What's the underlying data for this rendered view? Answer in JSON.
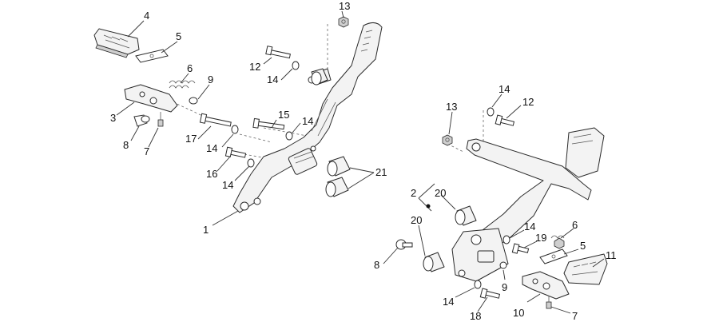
{
  "callouts": [
    {
      "id": "c13a",
      "text": "13"
    },
    {
      "id": "c4a",
      "text": "4"
    },
    {
      "id": "c5a",
      "text": "5"
    },
    {
      "id": "c12a",
      "text": "12"
    },
    {
      "id": "c14a",
      "text": "14"
    },
    {
      "id": "c6a",
      "text": "6"
    },
    {
      "id": "c9a",
      "text": "9"
    },
    {
      "id": "c3a",
      "text": "3"
    },
    {
      "id": "c15a",
      "text": "15"
    },
    {
      "id": "c14b",
      "text": "14"
    },
    {
      "id": "c8a",
      "text": "8"
    },
    {
      "id": "c7a",
      "text": "7"
    },
    {
      "id": "c17a",
      "text": "17"
    },
    {
      "id": "c14c",
      "text": "14"
    },
    {
      "id": "c16a",
      "text": "16"
    },
    {
      "id": "c14d",
      "text": "14"
    },
    {
      "id": "c21a",
      "text": "21"
    },
    {
      "id": "c1a",
      "text": "1"
    },
    {
      "id": "c14e",
      "text": "14"
    },
    {
      "id": "c12b",
      "text": "12"
    },
    {
      "id": "c13b",
      "text": "13"
    },
    {
      "id": "c2a",
      "text": "2"
    },
    {
      "id": "c20a",
      "text": "20"
    },
    {
      "id": "c20b",
      "text": "20"
    },
    {
      "id": "c14f",
      "text": "14"
    },
    {
      "id": "c19a",
      "text": "19"
    },
    {
      "id": "c6b",
      "text": "6"
    },
    {
      "id": "c5b",
      "text": "5"
    },
    {
      "id": "c11a",
      "text": "11"
    },
    {
      "id": "c8b",
      "text": "8"
    },
    {
      "id": "c9b",
      "text": "9"
    },
    {
      "id": "c14g",
      "text": "14"
    },
    {
      "id": "c10a",
      "text": "10"
    },
    {
      "id": "c18a",
      "text": "18"
    },
    {
      "id": "c7b",
      "text": "7"
    }
  ]
}
